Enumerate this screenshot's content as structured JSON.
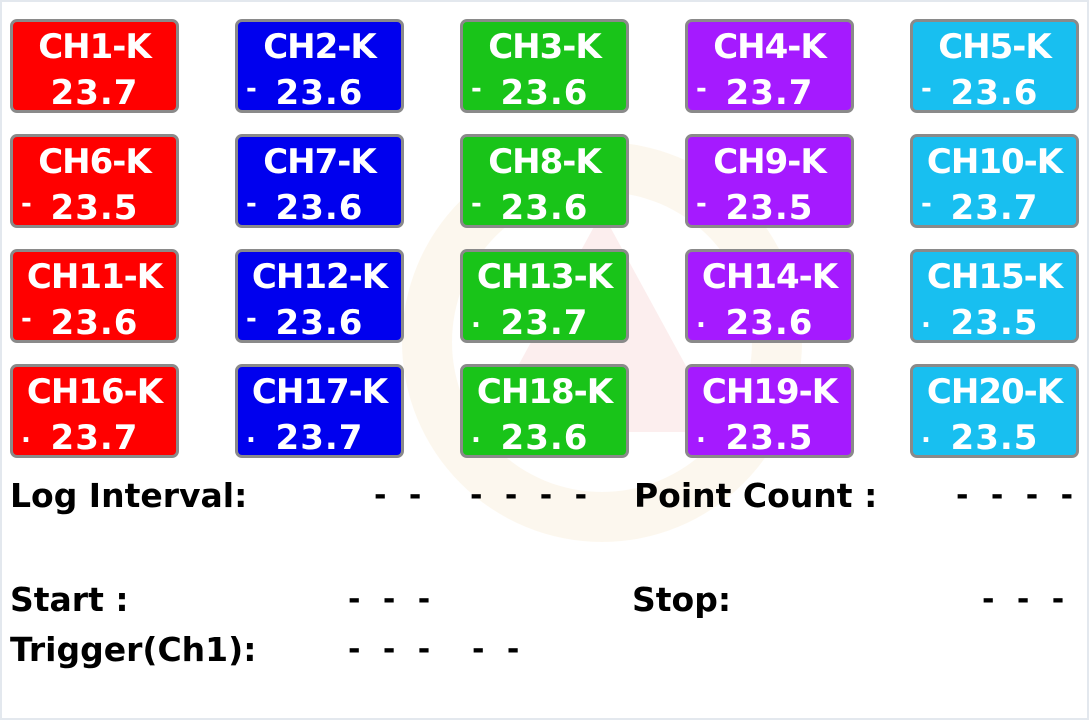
{
  "colors": {
    "red": "#ff0000",
    "blue": "#0000ee",
    "green": "#19c419",
    "purple": "#a51aff",
    "cyan": "#18bff0"
  },
  "channels": [
    {
      "label": "CH1-K",
      "value": "23.7",
      "prefix": "",
      "color": "red"
    },
    {
      "label": "CH2-K",
      "value": "23.6",
      "prefix": "-",
      "color": "blue"
    },
    {
      "label": "CH3-K",
      "value": "23.6",
      "prefix": "-",
      "color": "green"
    },
    {
      "label": "CH4-K",
      "value": "23.7",
      "prefix": "-",
      "color": "purple"
    },
    {
      "label": "CH5-K",
      "value": "23.6",
      "prefix": "-",
      "color": "cyan"
    },
    {
      "label": "CH6-K",
      "value": "23.5",
      "prefix": "-",
      "color": "red"
    },
    {
      "label": "CH7-K",
      "value": "23.6",
      "prefix": "-",
      "color": "blue"
    },
    {
      "label": "CH8-K",
      "value": "23.6",
      "prefix": "-",
      "color": "green"
    },
    {
      "label": "CH9-K",
      "value": "23.5",
      "prefix": "-",
      "color": "purple"
    },
    {
      "label": "CH10-K",
      "value": "23.7",
      "prefix": "-",
      "color": "cyan"
    },
    {
      "label": "CH11-K",
      "value": "23.6",
      "prefix": "-",
      "color": "red"
    },
    {
      "label": "CH12-K",
      "value": "23.6",
      "prefix": "-",
      "color": "blue"
    },
    {
      "label": "CH13-K",
      "value": "23.7",
      "prefix": ".",
      "color": "green"
    },
    {
      "label": "CH14-K",
      "value": "23.6",
      "prefix": ".",
      "color": "purple"
    },
    {
      "label": "CH15-K",
      "value": "23.5",
      "prefix": ".",
      "color": "cyan"
    },
    {
      "label": "CH16-K",
      "value": "23.7",
      "prefix": ".",
      "color": "red"
    },
    {
      "label": "CH17-K",
      "value": "23.7",
      "prefix": ".",
      "color": "blue"
    },
    {
      "label": "CH18-K",
      "value": "23.6",
      "prefix": ".",
      "color": "green"
    },
    {
      "label": "CH19-K",
      "value": "23.5",
      "prefix": ".",
      "color": "purple"
    },
    {
      "label": "CH20-K",
      "value": "23.5",
      "prefix": ".",
      "color": "cyan"
    }
  ],
  "log": {
    "interval_label": "Log Interval:",
    "interval_value_a": "- -",
    "interval_value_b": "- - - -",
    "point_count_label": "Point Count :",
    "point_count_value": "- - - -",
    "start_label": "Start :",
    "start_value": "- - -",
    "stop_label": "Stop:",
    "stop_value": "- - -",
    "trigger_label": "Trigger(Ch1):",
    "trigger_value_a": "- - -",
    "trigger_value_b": "- -"
  }
}
